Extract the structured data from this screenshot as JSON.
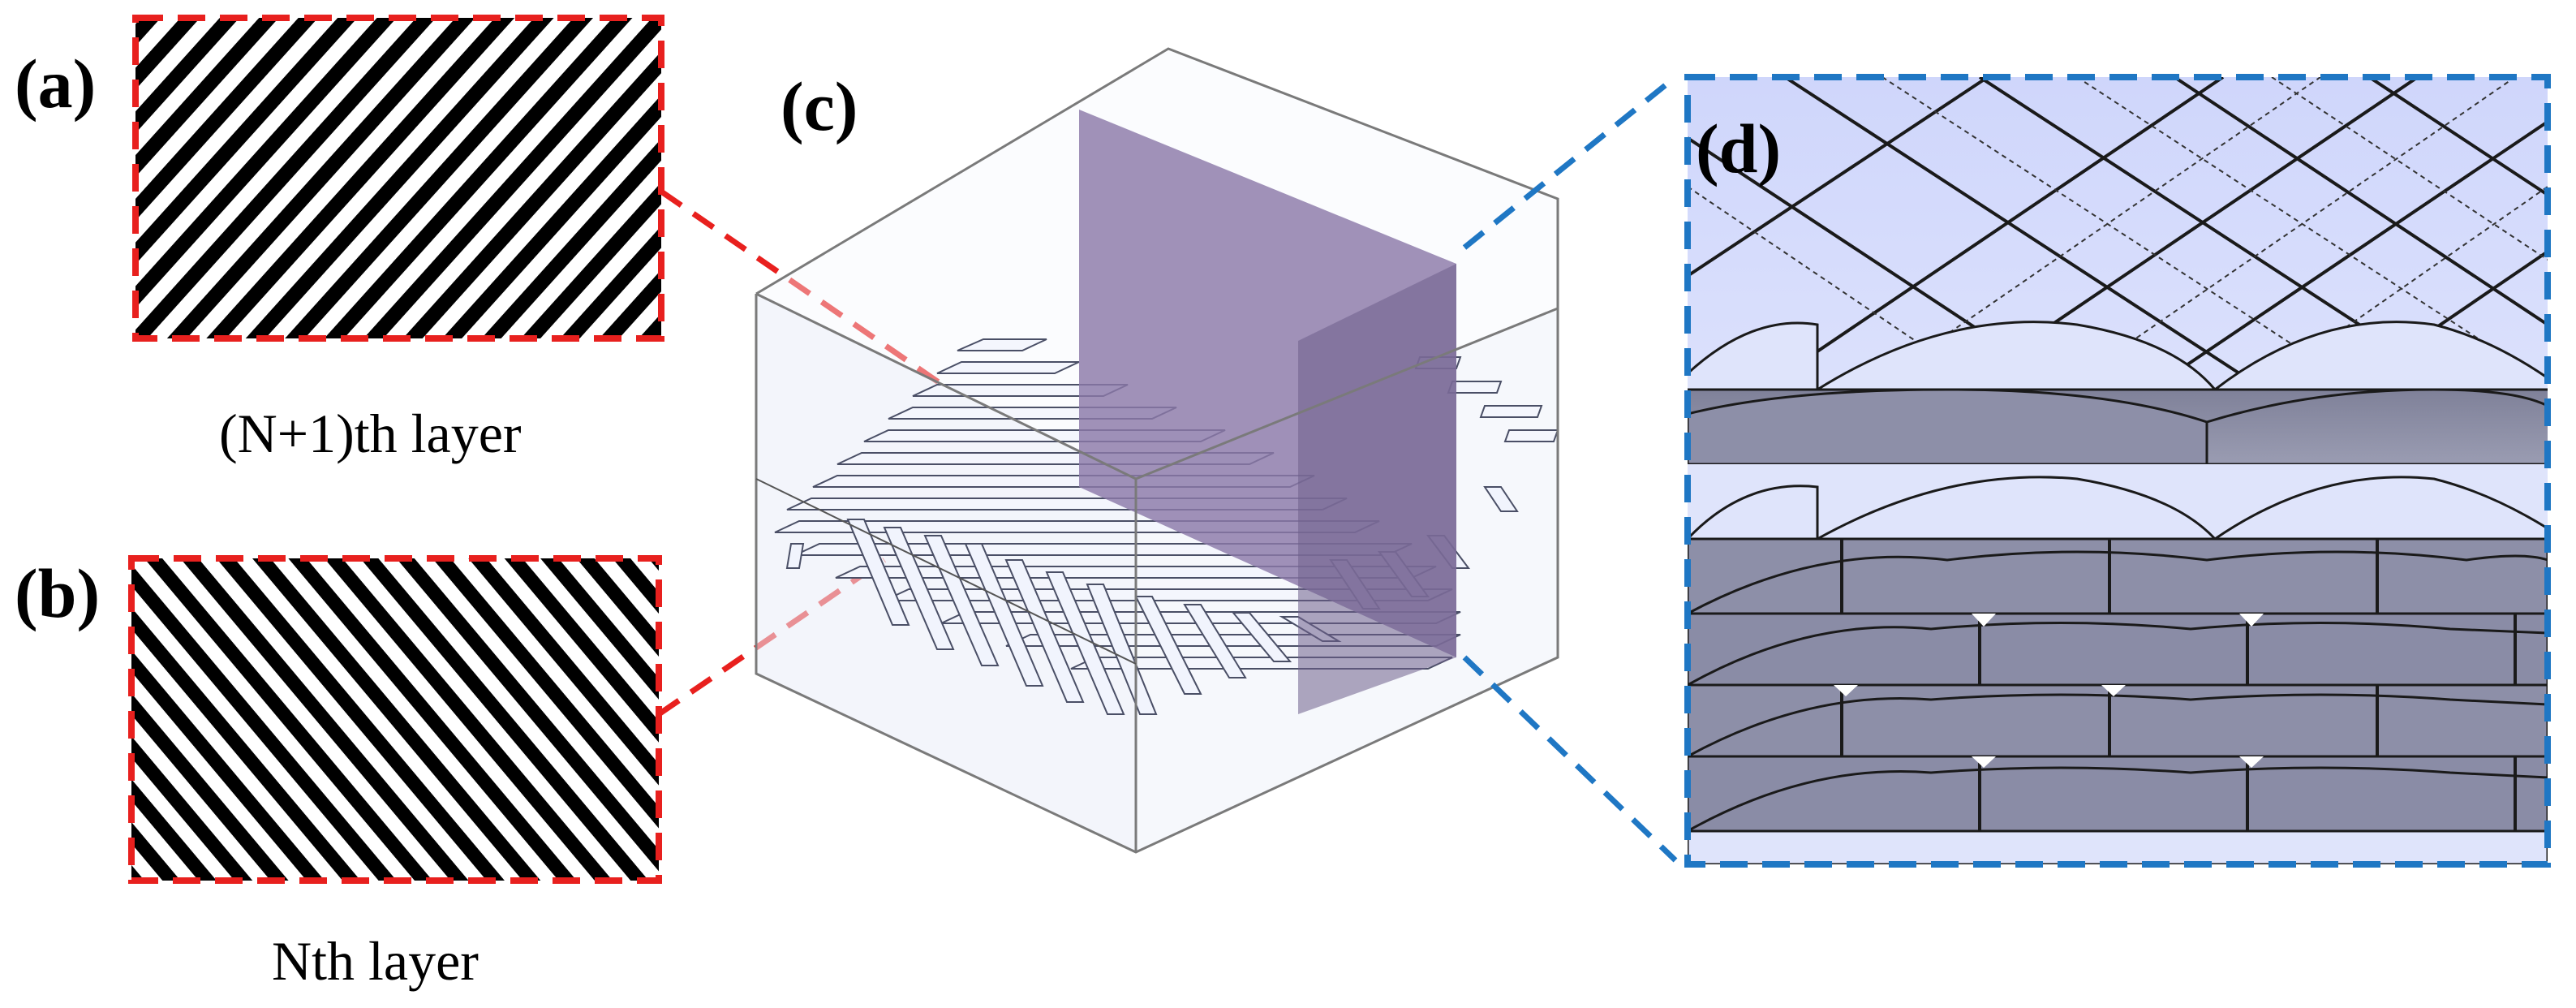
{
  "panels": {
    "a": {
      "label": "(a)",
      "caption": "(N+1)th layer"
    },
    "b": {
      "label": "(b)",
      "caption": "Nth layer"
    },
    "c": {
      "label": "(c)"
    },
    "d": {
      "label": "(d)"
    }
  },
  "colors": {
    "red_dash": "#e8201e",
    "blue_dash": "#1f77c4",
    "purple_plane": "#8b79a8",
    "purple_plane_dark": "#6e5e8a",
    "lattice_face": "#e8ecf9",
    "zoom_top": "#dde3fb",
    "zoom_band": "#8d8fa8",
    "stripe": "#000000"
  }
}
